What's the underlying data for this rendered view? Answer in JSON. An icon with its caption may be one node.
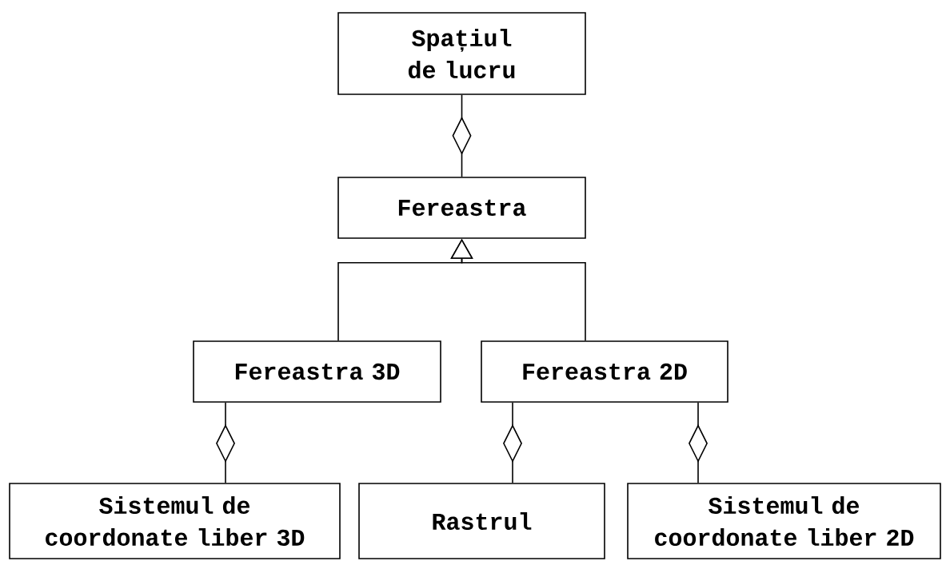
{
  "diagram": {
    "nodes": [
      {
        "text": [
          "Spațiul de lucru"
        ]
      },
      {
        "text": [
          "Fereastra"
        ]
      },
      {
        "text": [
          "Fereastra 3D"
        ]
      },
      {
        "text": [
          "Fereastra 2D"
        ]
      },
      {
        "text": [
          "Sistemul de coordonate liber 3D"
        ]
      },
      {
        "text": [
          "Rastrul"
        ]
      },
      {
        "text": [
          "Sistemul de coordonate liber 2D"
        ]
      }
    ],
    "edges": [
      {
        "from": 1,
        "to": 0,
        "arrow": "other"
      },
      {
        "from": 2,
        "to": 1,
        "arrow": "to"
      },
      {
        "from": 3,
        "to": 1,
        "arrow": "to"
      },
      {
        "from": 4,
        "to": 2,
        "arrow": "other"
      },
      {
        "from": 5,
        "to": 3,
        "arrow": "other"
      },
      {
        "from": 6,
        "to": 3,
        "arrow": "other"
      }
    ]
  }
}
